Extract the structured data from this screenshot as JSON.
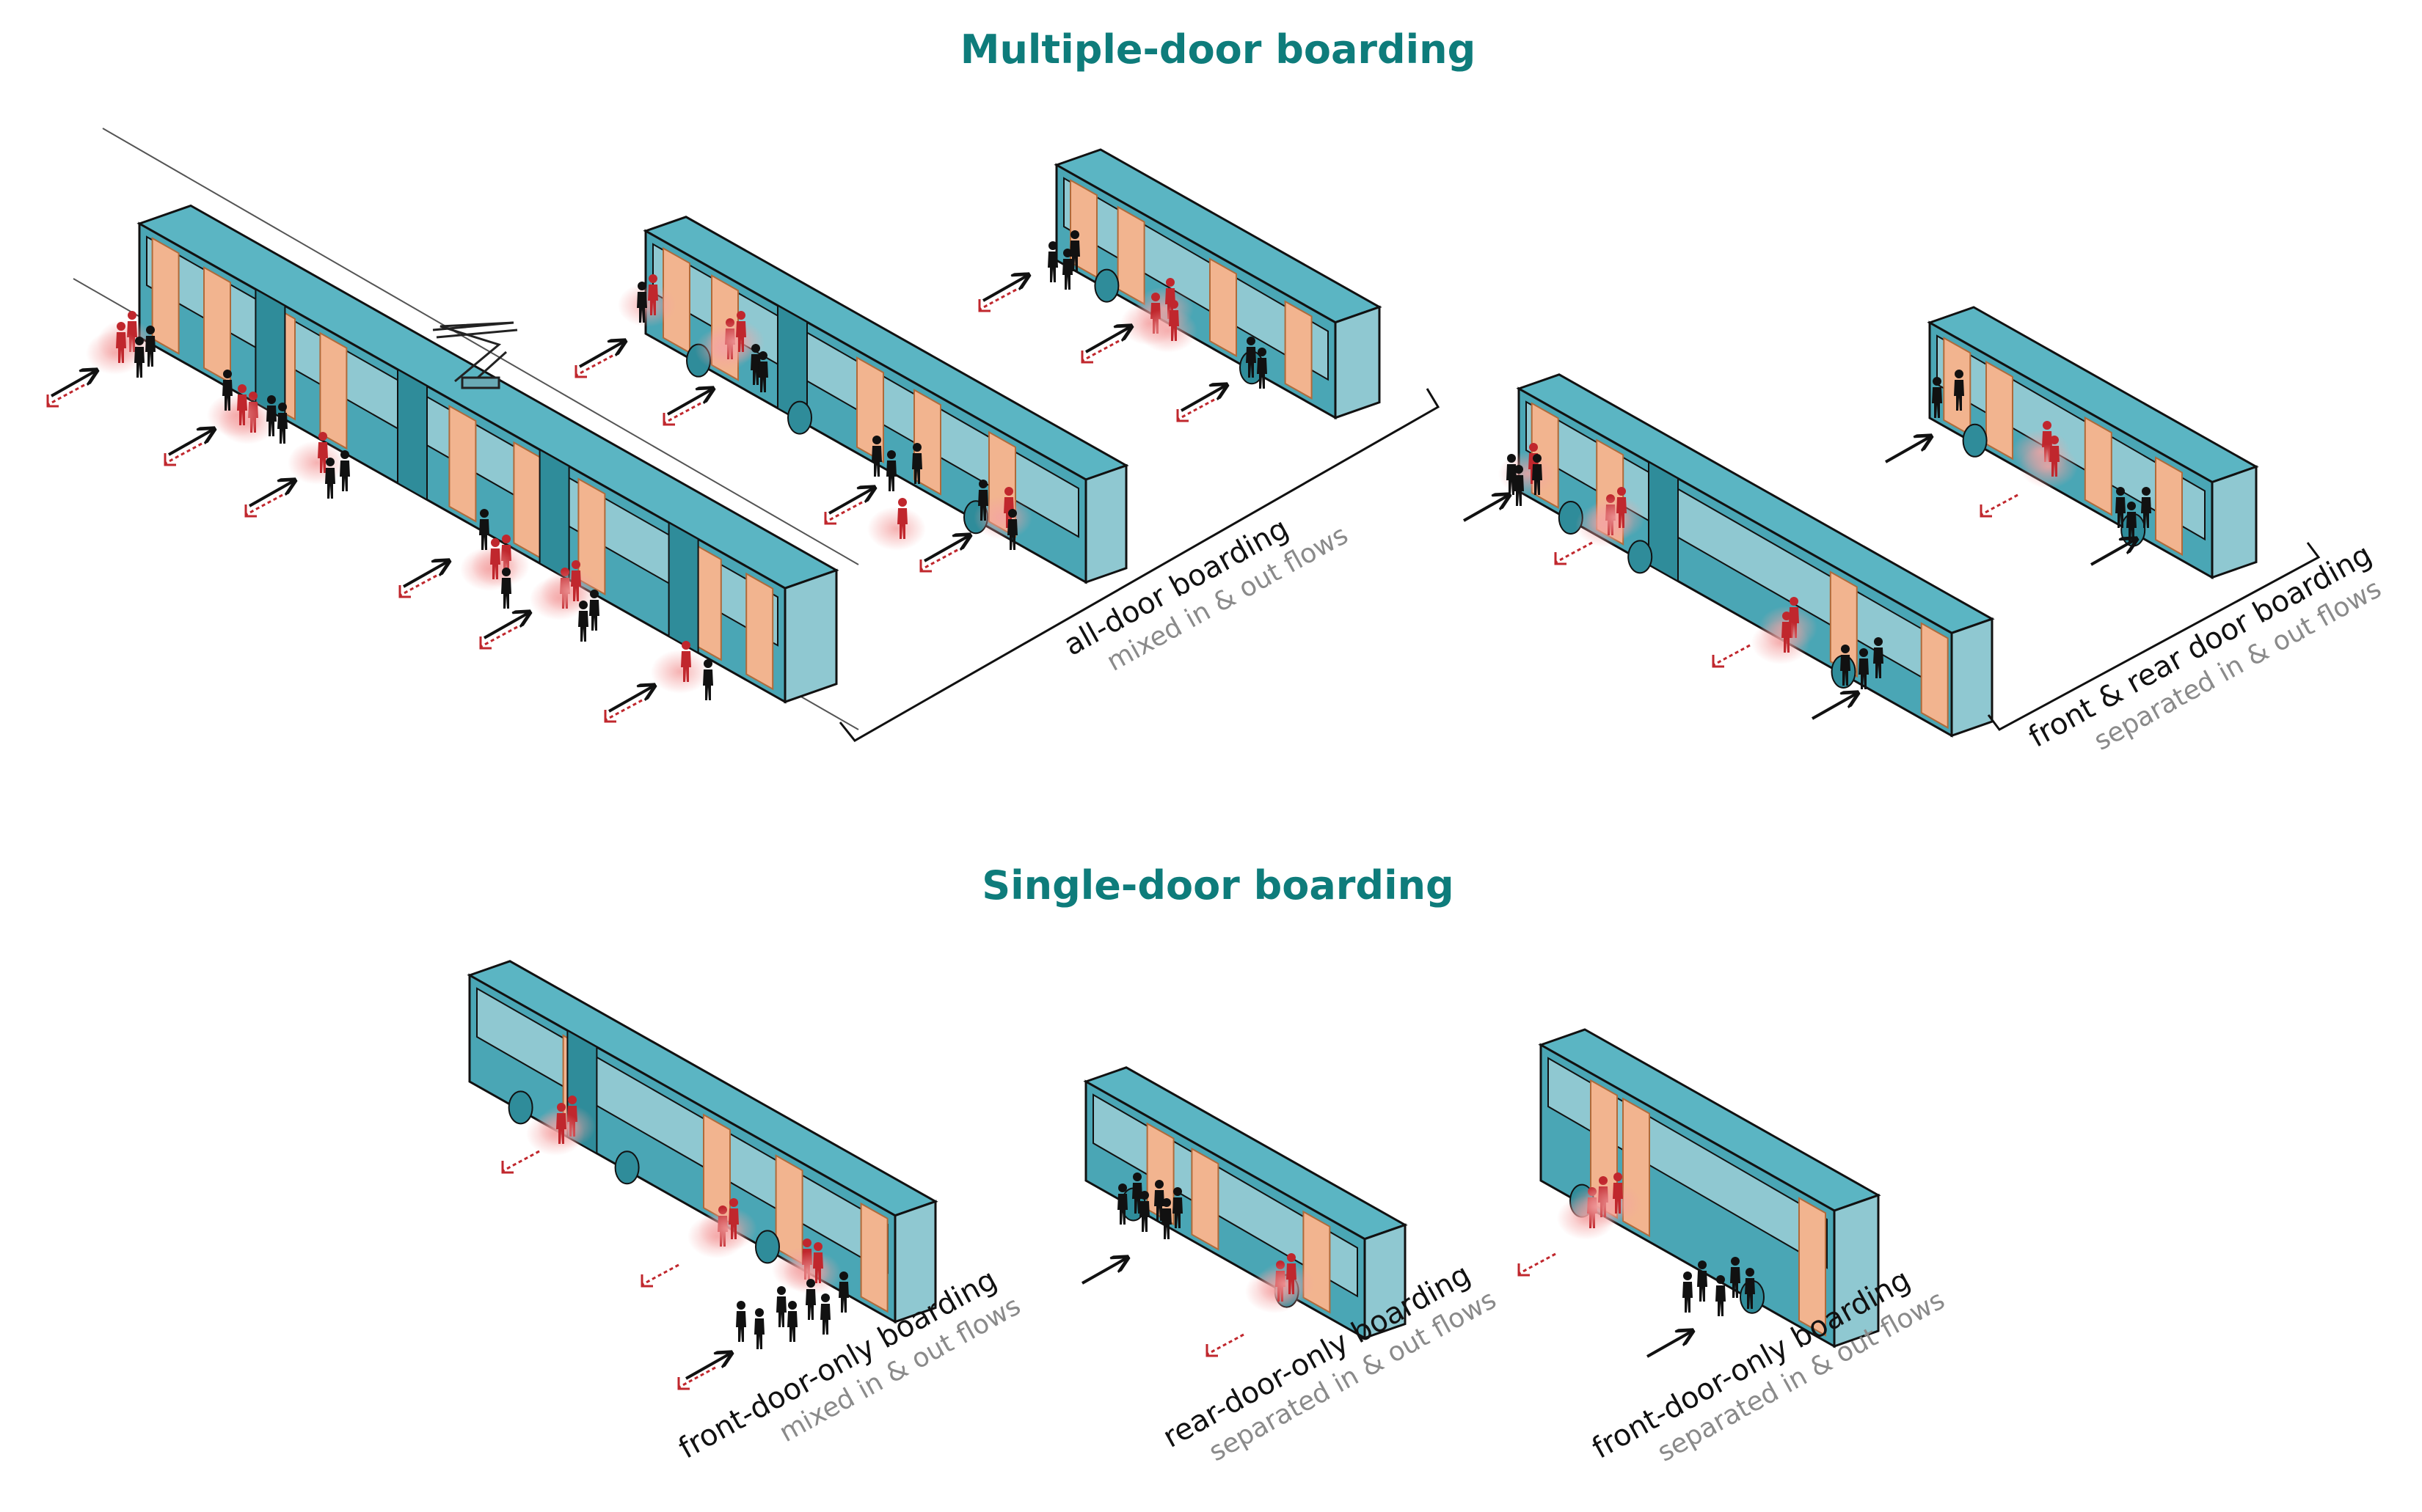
{
  "sections": {
    "multiple_title": "Multiple-door boarding",
    "single_title": "Single-door boarding"
  },
  "captions": {
    "all_door": {
      "main": "all-door boarding",
      "sub": "mixed in & out flows"
    },
    "front_rear": {
      "main": "front & rear door boarding",
      "sub": "separated in & out flows"
    },
    "front_mixed": {
      "main": "front-door-only boarding",
      "sub": "mixed in & out flows"
    },
    "rear_sep": {
      "main": "rear-door-only boarding",
      "sub": "separated in & out flows"
    },
    "front_sep": {
      "main": "front-door-only boarding",
      "sub": "separated in & out flows"
    }
  },
  "colors": {
    "heading": "#0e7c7b",
    "vehicle_body": "#4aa6b5",
    "vehicle_roof": "#5bb5c3",
    "vehicle_side_dark": "#2f8c9a",
    "vehicle_window": "#8fc8d1",
    "door": "#f2b48f",
    "alighting": "#c0272d",
    "boarding": "#111111",
    "caption_main": "#111111",
    "caption_sub": "#8a8a8a"
  }
}
